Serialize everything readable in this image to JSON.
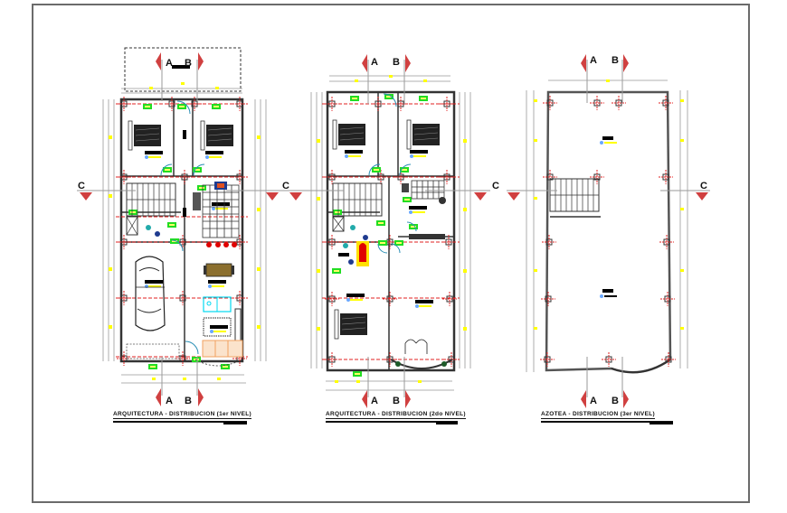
{
  "drawing": {
    "type": "architectural floor plans",
    "sheet_frame": "rectangular border",
    "colors": {
      "walls": "#333333",
      "axis_lines": "#e02020",
      "dimension_text": "#ffff00",
      "door_tags": "#22dd22",
      "section_markers": "#d04040",
      "dimension_lines": "#999999",
      "car_seat_red": "#e00000",
      "bathtub_cyan": "#00d8f0",
      "dining_table": "#8b6f2e",
      "sofa_peach": "#f7c9a0",
      "level_marker": "#6aa8ff"
    },
    "plans": [
      {
        "id": "plan-1",
        "caption": "ARQUITECTURA - DISTRIBUCION (1er NIVEL)",
        "section_labels": {
          "top": [
            "A",
            "B"
          ],
          "bottom": [
            "A",
            "B"
          ],
          "left": "C",
          "right": "C"
        },
        "rooms": [
          "bedroom-1",
          "bedroom-2",
          "stair",
          "kitchen",
          "bathroom",
          "garage",
          "dining",
          "living"
        ]
      },
      {
        "id": "plan-2",
        "caption": "ARQUITECTURA - DISTRIBUCION (2do NIVEL)",
        "section_labels": {
          "top": [
            "A",
            "B"
          ],
          "bottom": [
            "A",
            "B"
          ],
          "left": "C",
          "right": "C"
        },
        "rooms": [
          "bedroom-1",
          "bedroom-2",
          "stair",
          "bathroom-1",
          "bathroom-2",
          "bedroom-3",
          "hall",
          "balcony"
        ]
      },
      {
        "id": "plan-3",
        "caption": "AZOTEA - DISTRIBUCION (3er NIVEL)",
        "section_labels": {
          "top": [
            "A",
            "B"
          ],
          "bottom": [
            "A",
            "B"
          ],
          "left": "C",
          "right": "C"
        },
        "rooms": [
          "roof-area",
          "stair"
        ]
      }
    ]
  }
}
